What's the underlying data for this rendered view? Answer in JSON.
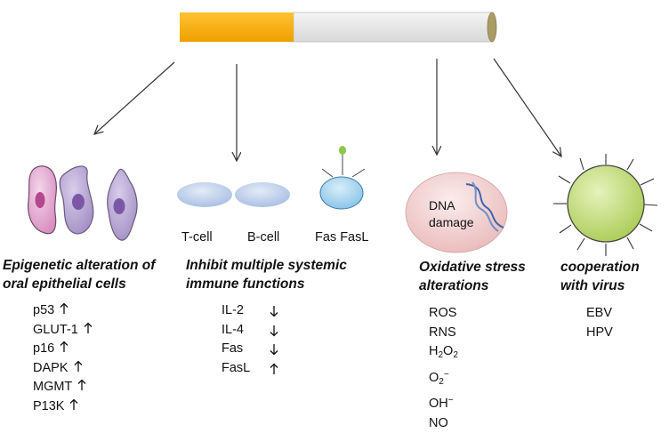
{
  "columns": [
    {
      "heading_lines": [
        "Epigenetic alteration of",
        "oral epithelial cells"
      ],
      "markers": [
        {
          "name": "p53",
          "direction": "up"
        },
        {
          "name": "GLUT-1",
          "direction": "up"
        },
        {
          "name": "p16",
          "direction": "up"
        },
        {
          "name": "DAPK",
          "direction": "up"
        },
        {
          "name": "MGMT",
          "direction": "up"
        },
        {
          "name": "P13K",
          "direction": "up"
        }
      ]
    },
    {
      "heading_lines": [
        "Inhibit multiple systemic",
        "immune functions"
      ],
      "cell_labels": [
        "T-cell",
        "B-cell",
        "Fas FasL"
      ],
      "markers": [
        {
          "name": "IL-2",
          "direction": "down"
        },
        {
          "name": "IL-4",
          "direction": "down"
        },
        {
          "name": "Fas",
          "direction": "down"
        },
        {
          "name": "FasL",
          "direction": "up"
        }
      ]
    },
    {
      "heading_lines": [
        "Oxidative stress",
        "alterations"
      ],
      "dna_label_lines": [
        "DNA",
        "damage"
      ],
      "species": [
        {
          "base": "ROS"
        },
        {
          "base": "RNS"
        },
        {
          "base": "H",
          "sub": "2",
          "tail": "O",
          "sub2": "2"
        },
        {
          "base": "O",
          "sub": "2",
          "sup": "−"
        },
        {
          "base": "OH",
          "sup": "−"
        },
        {
          "base": "NO"
        }
      ]
    },
    {
      "heading_lines": [
        "cooperation",
        "with virus"
      ],
      "viruses": [
        "EBV",
        "HPV"
      ]
    }
  ],
  "colors": {
    "filter": "#f5a800",
    "cigarette_body": "#e6e6e6",
    "cigarette_tip": "#a89a62",
    "epithelial_pink": "#e0a6cc",
    "epithelial_purple": "#b7a6d2",
    "nucleus": "#7a58a6",
    "lymphocyte": "#b8c9e8",
    "fas_cell": "#9fd0ec",
    "fas_ligand": "#8dc84a",
    "dna_bg": "#efc7c7",
    "dna_strand": "#4c6fb5",
    "virus": "#b3d25e"
  }
}
